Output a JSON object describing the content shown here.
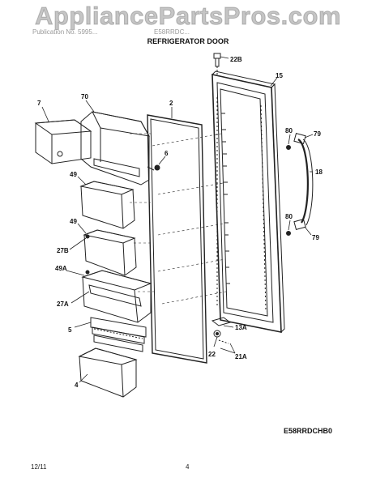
{
  "watermark": "AppliancePartsPros.com",
  "header_faint_left": "Publication No. 5995...",
  "header_faint_right": "E58RRDC...",
  "title": "REFRIGERATOR DOOR",
  "model_code": "E58RRDCHB0",
  "footer": {
    "date": "12/11",
    "page": "4"
  },
  "callouts": {
    "c7": "7",
    "c70": "70",
    "c2": "2",
    "c6": "6",
    "c49a": "49",
    "c49b": "49",
    "c27b": "27B",
    "c49A": "49A",
    "c27A": "27A",
    "c5": "5",
    "c4": "4",
    "c22b": "22B",
    "c15": "15",
    "c80a": "80",
    "c79a": "79",
    "c18": "18",
    "c80b": "80",
    "c79b": "79",
    "c13A": "13A",
    "c22": "22",
    "c21A": "21A"
  }
}
